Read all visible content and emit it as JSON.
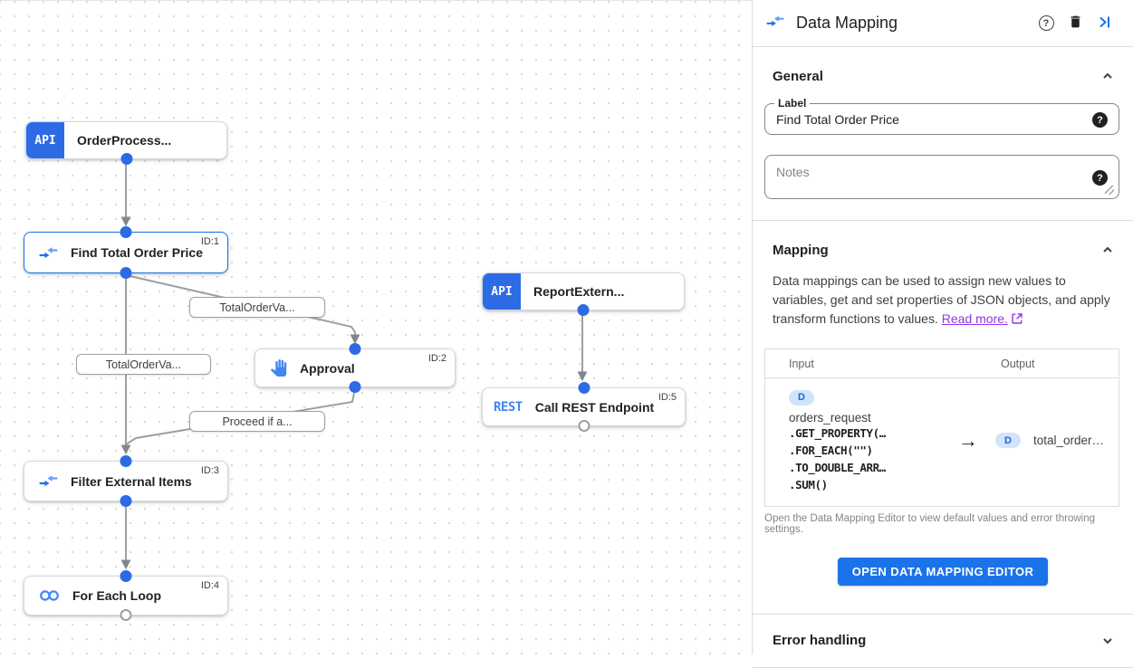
{
  "glyphs": {
    "question": "?"
  },
  "canvas": {
    "nodes": [
      {
        "label": "OrderProcess...",
        "badge": "API"
      },
      {
        "label": "Find Total Order Price",
        "id": "ID:1"
      },
      {
        "label": "Approval",
        "id": "ID:2"
      },
      {
        "label": "Filter External Items",
        "id": "ID:3"
      },
      {
        "label": "For Each Loop",
        "id": "ID:4"
      },
      {
        "label": "ReportExtern...",
        "badge": "API"
      },
      {
        "label": "Call REST Endpoint",
        "badge": "REST",
        "id": "ID:5"
      }
    ],
    "edge_labels": [
      "TotalOrderVa...",
      "TotalOrderVa...",
      "Proceed if a..."
    ]
  },
  "panel": {
    "title": "Data Mapping",
    "general": {
      "heading": "General",
      "label_label": "Label",
      "label_value": "Find Total Order Price",
      "notes_placeholder": "Notes"
    },
    "mapping": {
      "heading": "Mapping",
      "description": "Data mappings can be used to assign new values to variables, get and set properties of JSON objects, and apply transform functions to values. ",
      "read_more_label": "Read more.",
      "table": {
        "input_header": "Input",
        "output_header": "Output",
        "input": {
          "badge": "D",
          "variable": "orders_request",
          "functions": [
            ".GET_PROPERTY(…",
            ".FOR_EACH(\"\")",
            ".TO_DOUBLE_ARR…",
            ".SUM()"
          ]
        },
        "arrow": "→",
        "output": {
          "badge": "D",
          "value": "total_order…"
        }
      },
      "hint": "Open the Data Mapping Editor to view default values and error throwing settings.",
      "button_label": "OPEN DATA MAPPING EDITOR"
    },
    "error_handling": {
      "heading": "Error handling"
    }
  }
}
